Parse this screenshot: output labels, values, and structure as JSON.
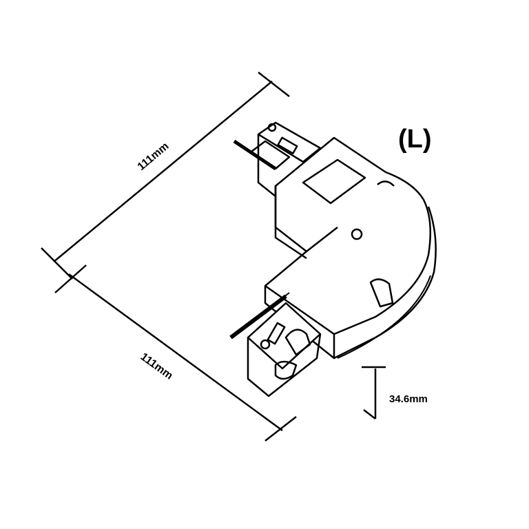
{
  "title": "(L)",
  "dimensions": {
    "upper_length": "111mm",
    "lower_length": "111mm",
    "height": "34.6mm"
  },
  "colors": {
    "line": "#000000",
    "background": "#ffffff"
  }
}
